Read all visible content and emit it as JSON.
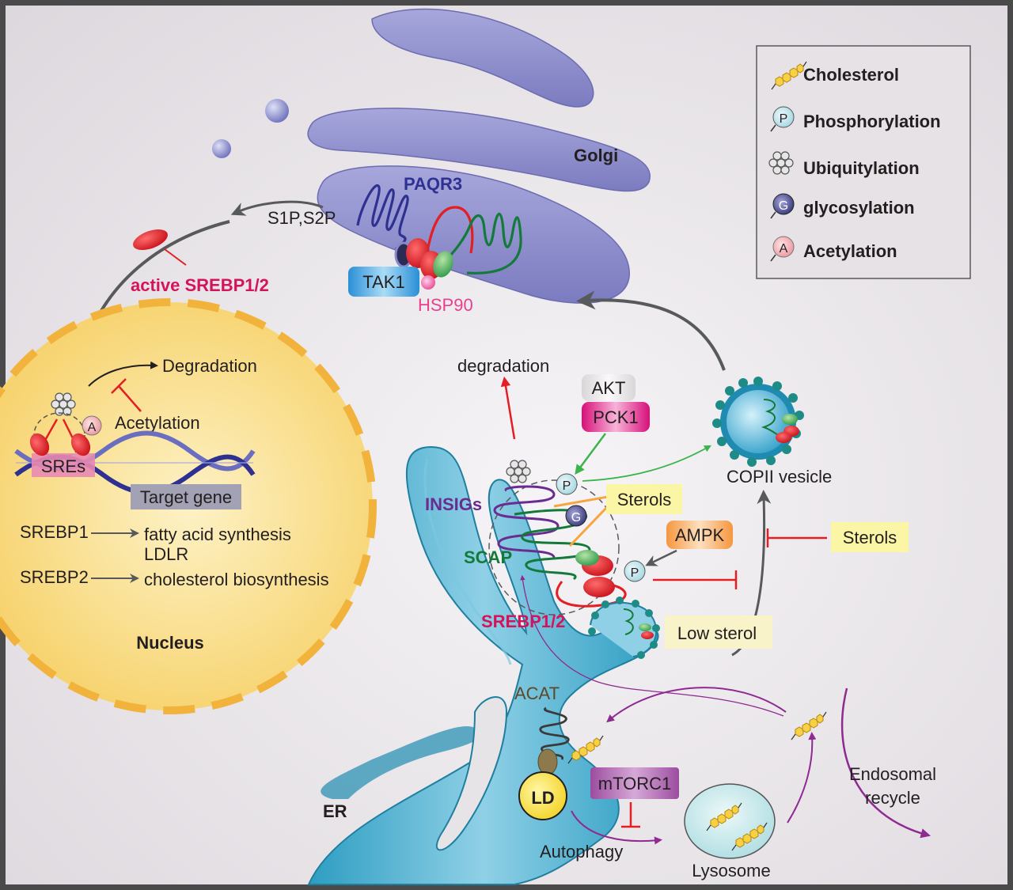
{
  "legend": {
    "items": [
      {
        "icon": "cholesterol-icon",
        "label": "Cholesterol"
      },
      {
        "icon": "phosphorylation-icon",
        "glyph": "P",
        "label": "Phosphorylation"
      },
      {
        "icon": "ubiquitylation-icon",
        "label": "Ubiquitylation"
      },
      {
        "icon": "glycosylation-icon",
        "glyph": "G",
        "label": "glycosylation"
      },
      {
        "icon": "acetylation-icon",
        "glyph": "A",
        "label": "Acetylation"
      }
    ]
  },
  "golgi": {
    "label": "Golgi",
    "paqr3": "PAQR3",
    "tak1": "TAK1",
    "hsp90": "HSP90",
    "proteases": "S1P,S2P",
    "active_srebp": "active SREBP1/2"
  },
  "nucleus": {
    "label": "Nucleus",
    "degradation": "Degradation",
    "acetylation": "Acetylation",
    "acetyl_glyph": "A",
    "sres": "SREs",
    "target_gene": "Target gene",
    "srebp1": "SREBP1",
    "srebp1_targets": [
      "fatty acid synthesis",
      "LDLR"
    ],
    "srebp2": "SREBP2",
    "srebp2_target": "cholesterol biosynthesis"
  },
  "er": {
    "label": "ER",
    "degradation": "degradation",
    "akt": "AKT",
    "pck1": "PCK1",
    "p_glyph": "P",
    "g_glyph": "G",
    "insigs": "INSIGs",
    "scap": "SCAP",
    "srebp": "SREBP1/2",
    "sterols_top": "Sterols",
    "ampk": "AMPK",
    "sterols_right": "Sterols",
    "low_sterol": "Low sterol",
    "copii": "COPII vesicle",
    "acat": "ACAT",
    "ld": "LD",
    "mtorc1": "mTORC1",
    "autophagy": "Autophagy",
    "lysosome": "Lysosome",
    "endosomal": [
      "Endosomal",
      "recycle"
    ]
  },
  "colors": {
    "srebp_red": "#e31e24",
    "scap_green": "#137a3a",
    "insig_purple": "#6a2c91",
    "paqr3_blue": "#2e3192",
    "label_pink": "#d4145a",
    "golgi_fill": "#8e8ec8",
    "er_fill": "#3aa6c8",
    "nucleus_fill": "#f8d97a"
  }
}
